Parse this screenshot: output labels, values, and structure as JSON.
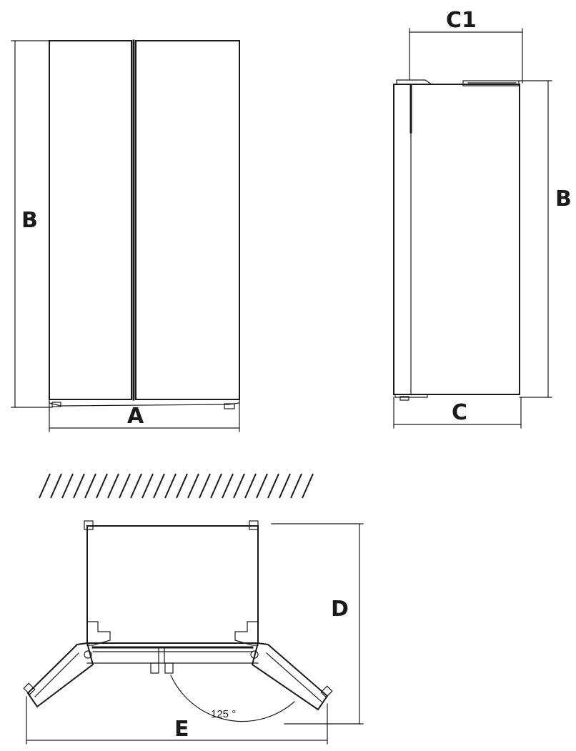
{
  "dimensions": {
    "width_front": "A",
    "height_front": "B",
    "height_side": "B",
    "depth_top": "C1",
    "depth_bottom": "C",
    "depth_open": "D",
    "width_open": "E"
  },
  "door_angle": "125 °"
}
